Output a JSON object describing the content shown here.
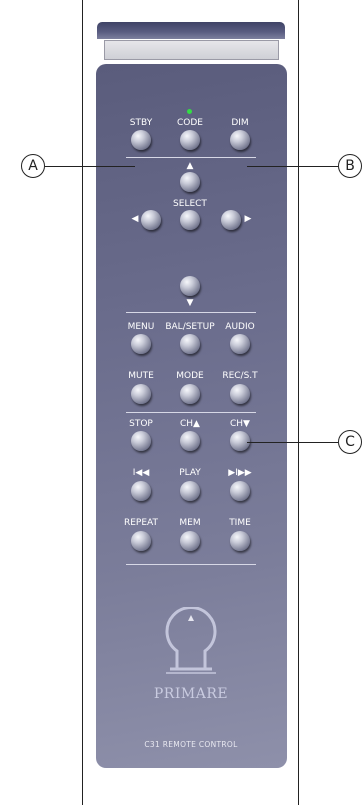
{
  "callouts": {
    "a": "A",
    "b": "B",
    "c": "C"
  },
  "buttons": {
    "stby": "STBY",
    "code": "CODE",
    "dim": "DIM",
    "select": "SELECT",
    "menu": "MENU",
    "bal_setup": "BAL/SETUP",
    "audio": "AUDIO",
    "mute": "MUTE",
    "mode": "MODE",
    "rec_st": "REC/S.T",
    "stop": "STOP",
    "ch_up": "CH▲",
    "ch_down": "CH▼",
    "prev": "I◀◀",
    "play": "PLAY",
    "next": "▶I▶▶",
    "repeat": "REPEAT",
    "mem": "MEM",
    "time": "TIME"
  },
  "arrows": {
    "up": "▲",
    "down": "▼",
    "left": "◀",
    "right": "▶"
  },
  "brand": "PRIMARE",
  "model": "C31 REMOTE CONTROL",
  "colors": {
    "panel": "#6a6c8c",
    "led": "#33dd44",
    "label": "#ffffff"
  }
}
